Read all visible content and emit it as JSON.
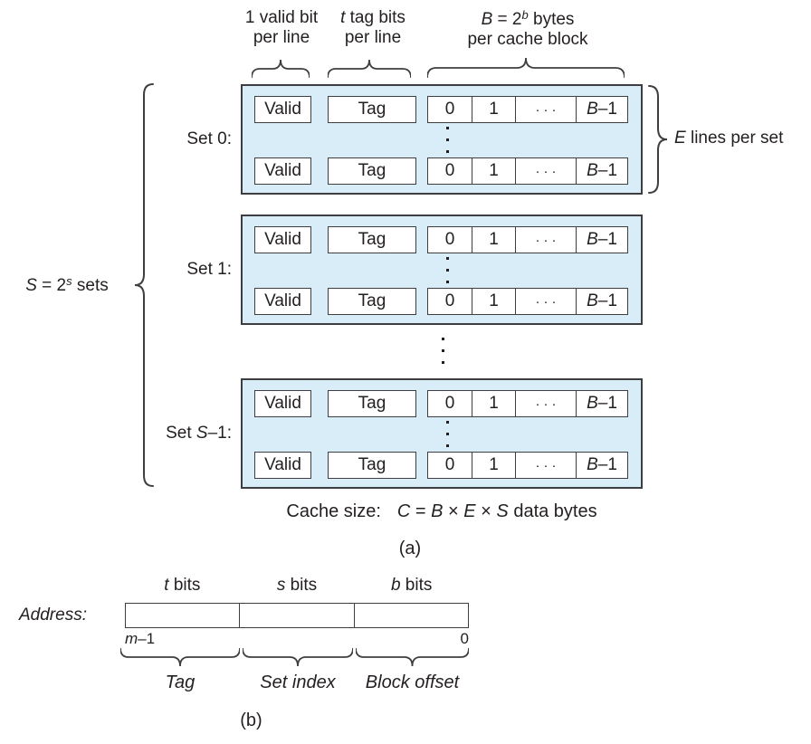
{
  "colors": {
    "block_fill": "#d8edf7",
    "border": "#3e3e40",
    "text": "#231f20"
  },
  "part_a": {
    "col_label_valid": "1 valid bit\nper line",
    "col_label_tag": {
      "var": "t",
      "rest": " tag bits",
      "line2": "per line"
    },
    "col_label_bytes": {
      "B": "B",
      "eq": " = 2",
      "sup": "b",
      "rest": " bytes",
      "line2": "per cache block"
    },
    "sets_brace_label": {
      "S": "S",
      "eq": " = 2",
      "sup": "s",
      "rest": " sets"
    },
    "set0_label": "Set 0:",
    "set1_label": "Set 1:",
    "setlast_label": {
      "pre": "Set ",
      "var": "S",
      "post": "–1:"
    },
    "lines_brace_label": {
      "var": "E",
      "rest": " lines per set"
    },
    "line": {
      "valid": "Valid",
      "tag": "Tag",
      "byte0": "0",
      "byte1": "1",
      "byte_dots": "···",
      "byte_last_var": "B",
      "byte_last_post": "–1"
    },
    "cache_size": {
      "label": "Cache size:",
      "C": "C",
      "eq": " = ",
      "B": "B",
      "times1": " × ",
      "E": "E",
      "times2": " × ",
      "S": "S",
      "rest": " data bytes"
    },
    "caption": "(a)"
  },
  "part_b": {
    "address_label": "Address:",
    "t_bits": {
      "var": "t",
      "rest": " bits"
    },
    "s_bits": {
      "var": "s",
      "rest": " bits"
    },
    "b_bits": {
      "var": "b",
      "rest": " bits"
    },
    "msb": {
      "var": "m",
      "post": "–1"
    },
    "lsb": "0",
    "tag_label": "Tag",
    "set_index_label": "Set index",
    "block_offset_label": "Block offset",
    "caption": "(b)"
  }
}
